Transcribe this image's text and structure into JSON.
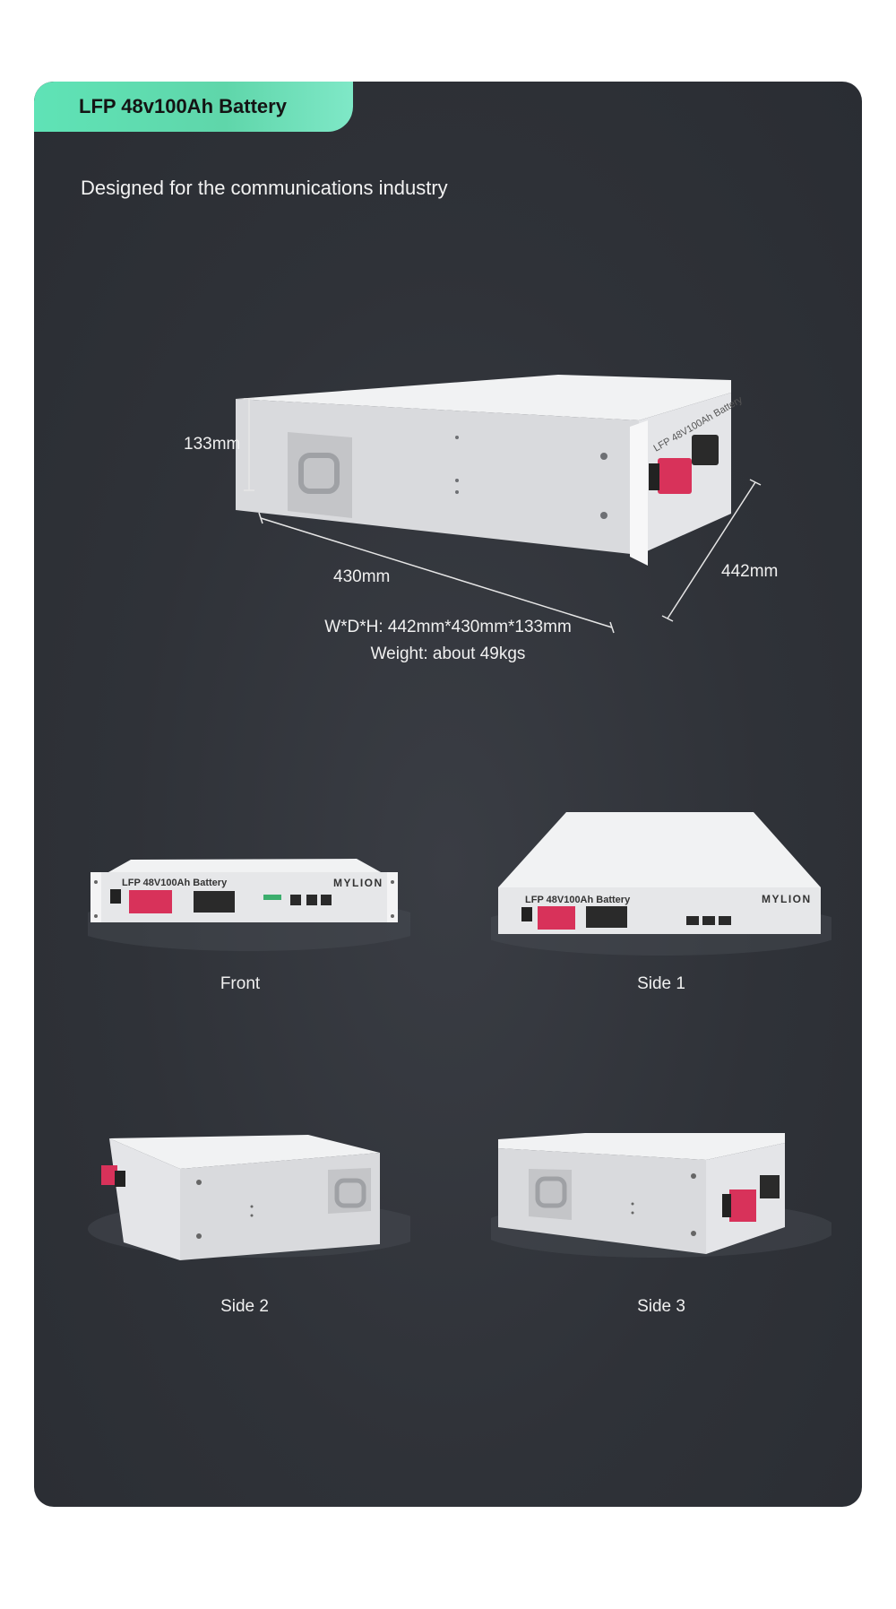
{
  "header": {
    "title": "LFP 48v100Ah Battery",
    "subtitle": "Designed for the communications industry"
  },
  "main_image": {
    "height_label": "133mm",
    "width_label": "430mm",
    "depth_label": "442mm",
    "side_text": "LFP 48V100Ah Battery"
  },
  "specs": {
    "dimensions": "W*D*H: 442mm*430mm*133mm",
    "weight": "Weight: about 49kgs"
  },
  "views": [
    {
      "label": "Front",
      "panel_text": "LFP 48V100Ah Battery",
      "brand": "MYLION"
    },
    {
      "label": "Side 1",
      "panel_text": "LFP 48V100Ah Battery",
      "brand": "MYLION"
    },
    {
      "label": "Side 2"
    },
    {
      "label": "Side 3"
    }
  ],
  "colors": {
    "background": "#2f3238",
    "accent": "#5fe3b6",
    "battery": "#e6e7e9",
    "terminal_red": "#d8325a"
  }
}
